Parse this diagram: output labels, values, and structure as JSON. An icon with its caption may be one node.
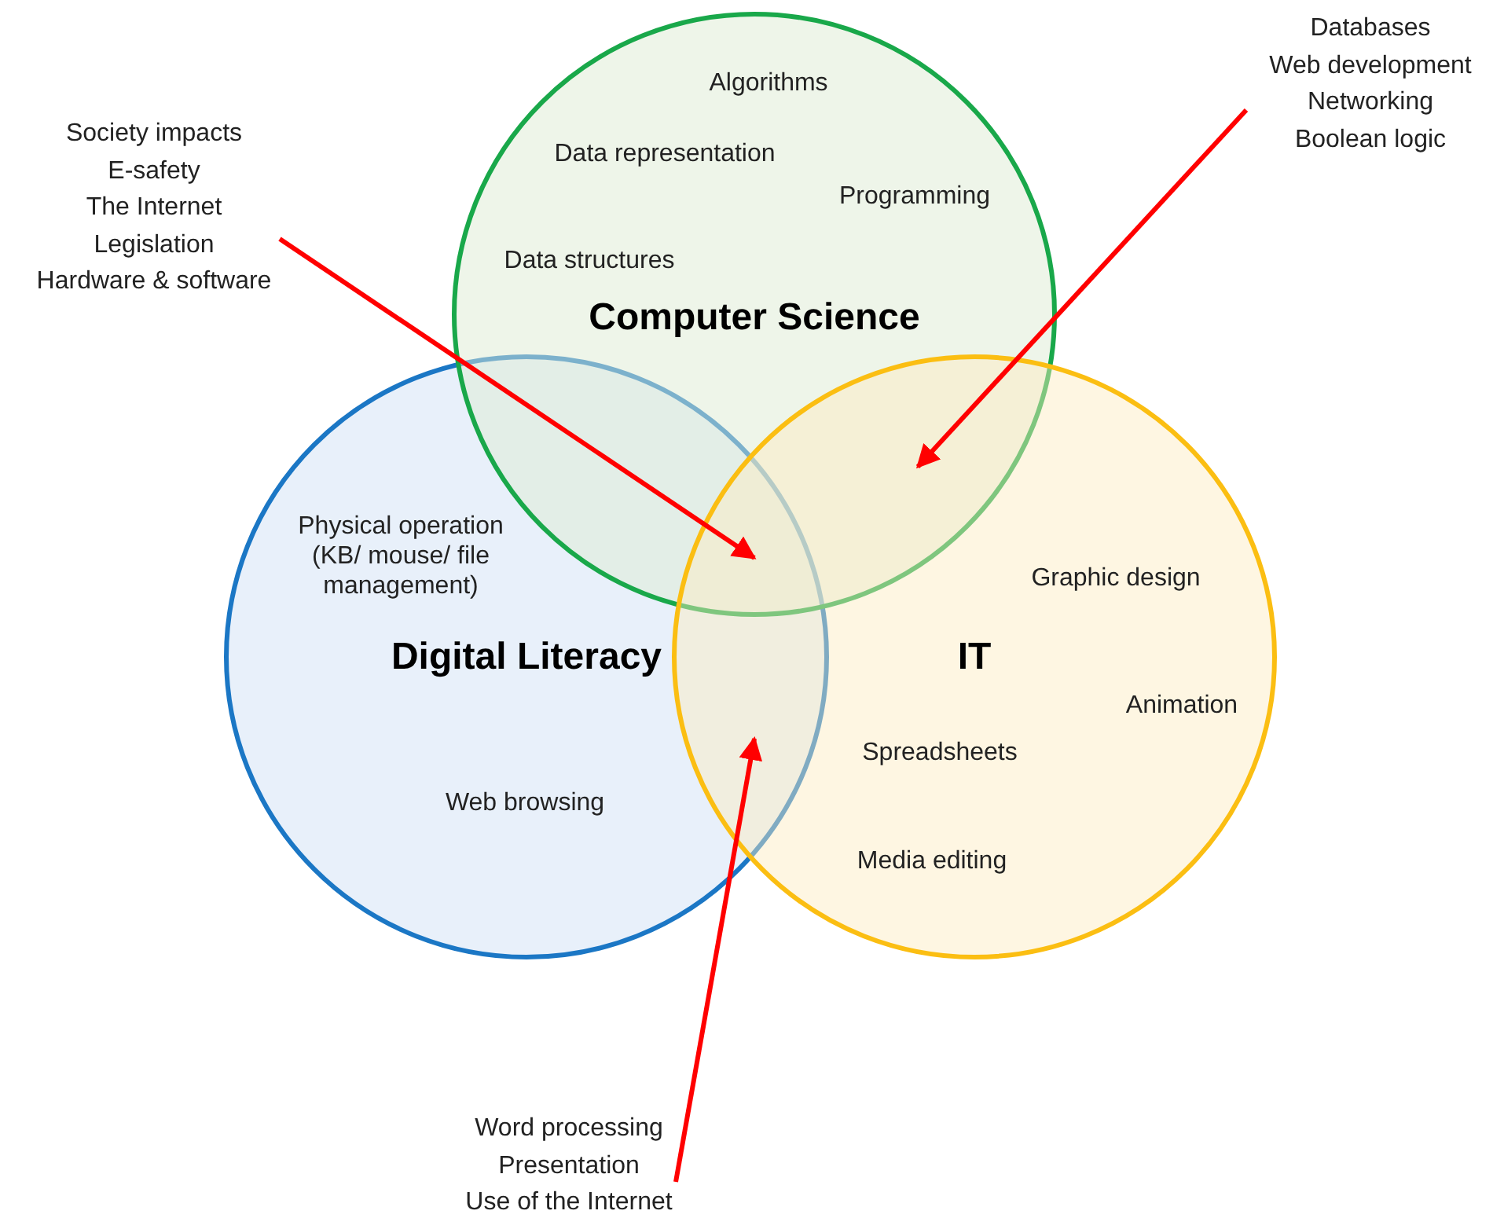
{
  "diagram": {
    "nodes": [
      {
        "text": [
          "Physical operation (KB/ mouse/ file management)",
          "Digital Literacy",
          "Web browsing"
        ]
      },
      {
        "text": [
          "Algorithms",
          "Data representation",
          "Programming",
          "Data structures",
          "Computer Science"
        ]
      },
      {
        "text": [
          "Graphic design",
          "IT",
          "Animation",
          "Spreadsheets",
          "Media editing"
        ]
      },
      {
        "text": [
          "Society impacts",
          "E-safety",
          "The Internet",
          "Legislation",
          "Hardware & software"
        ]
      },
      {
        "text": [
          "Databases",
          "Web development",
          "Networking",
          "Boolean logic"
        ]
      },
      {
        "text": [
          "Word processing",
          "Presentation",
          "Use of the Internet"
        ]
      }
    ],
    "edges": [
      {
        "from": 3,
        "to": 0,
        "arrow": "to"
      },
      {
        "from": 4,
        "to": 1,
        "arrow": "to"
      },
      {
        "from": 5,
        "to": 0,
        "arrow": "to"
      }
    ]
  }
}
